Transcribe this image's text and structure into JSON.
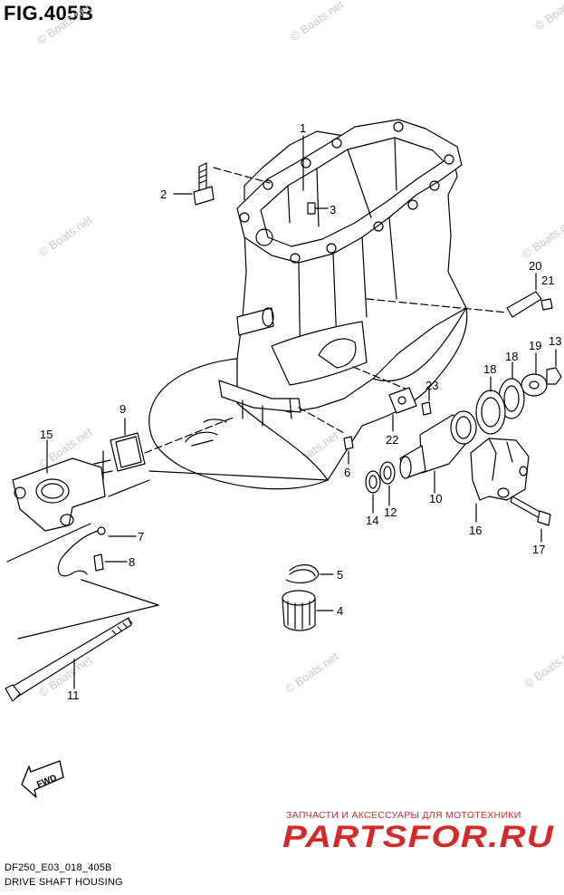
{
  "figure": {
    "title": "FIG.405B",
    "code": "DF250_E03_018_405B",
    "name": "DRIVE SHAFT HOUSING"
  },
  "watermark": "© Boats.net",
  "promo": {
    "tagline": "ЗАПЧАСТИ И АКСЕССУАРЫ ДЛЯ МОТОТЕХНИКИ",
    "brand": "PARTSFOR.RU",
    "color": "#d42a2a"
  },
  "direction_label": "FWD",
  "callouts": [
    "1",
    "2",
    "3",
    "4",
    "5",
    "6",
    "7",
    "8",
    "9",
    "10",
    "11",
    "12",
    "13",
    "14",
    "15",
    "16",
    "17",
    "18",
    "18",
    "19",
    "20",
    "21",
    "22",
    "23"
  ]
}
